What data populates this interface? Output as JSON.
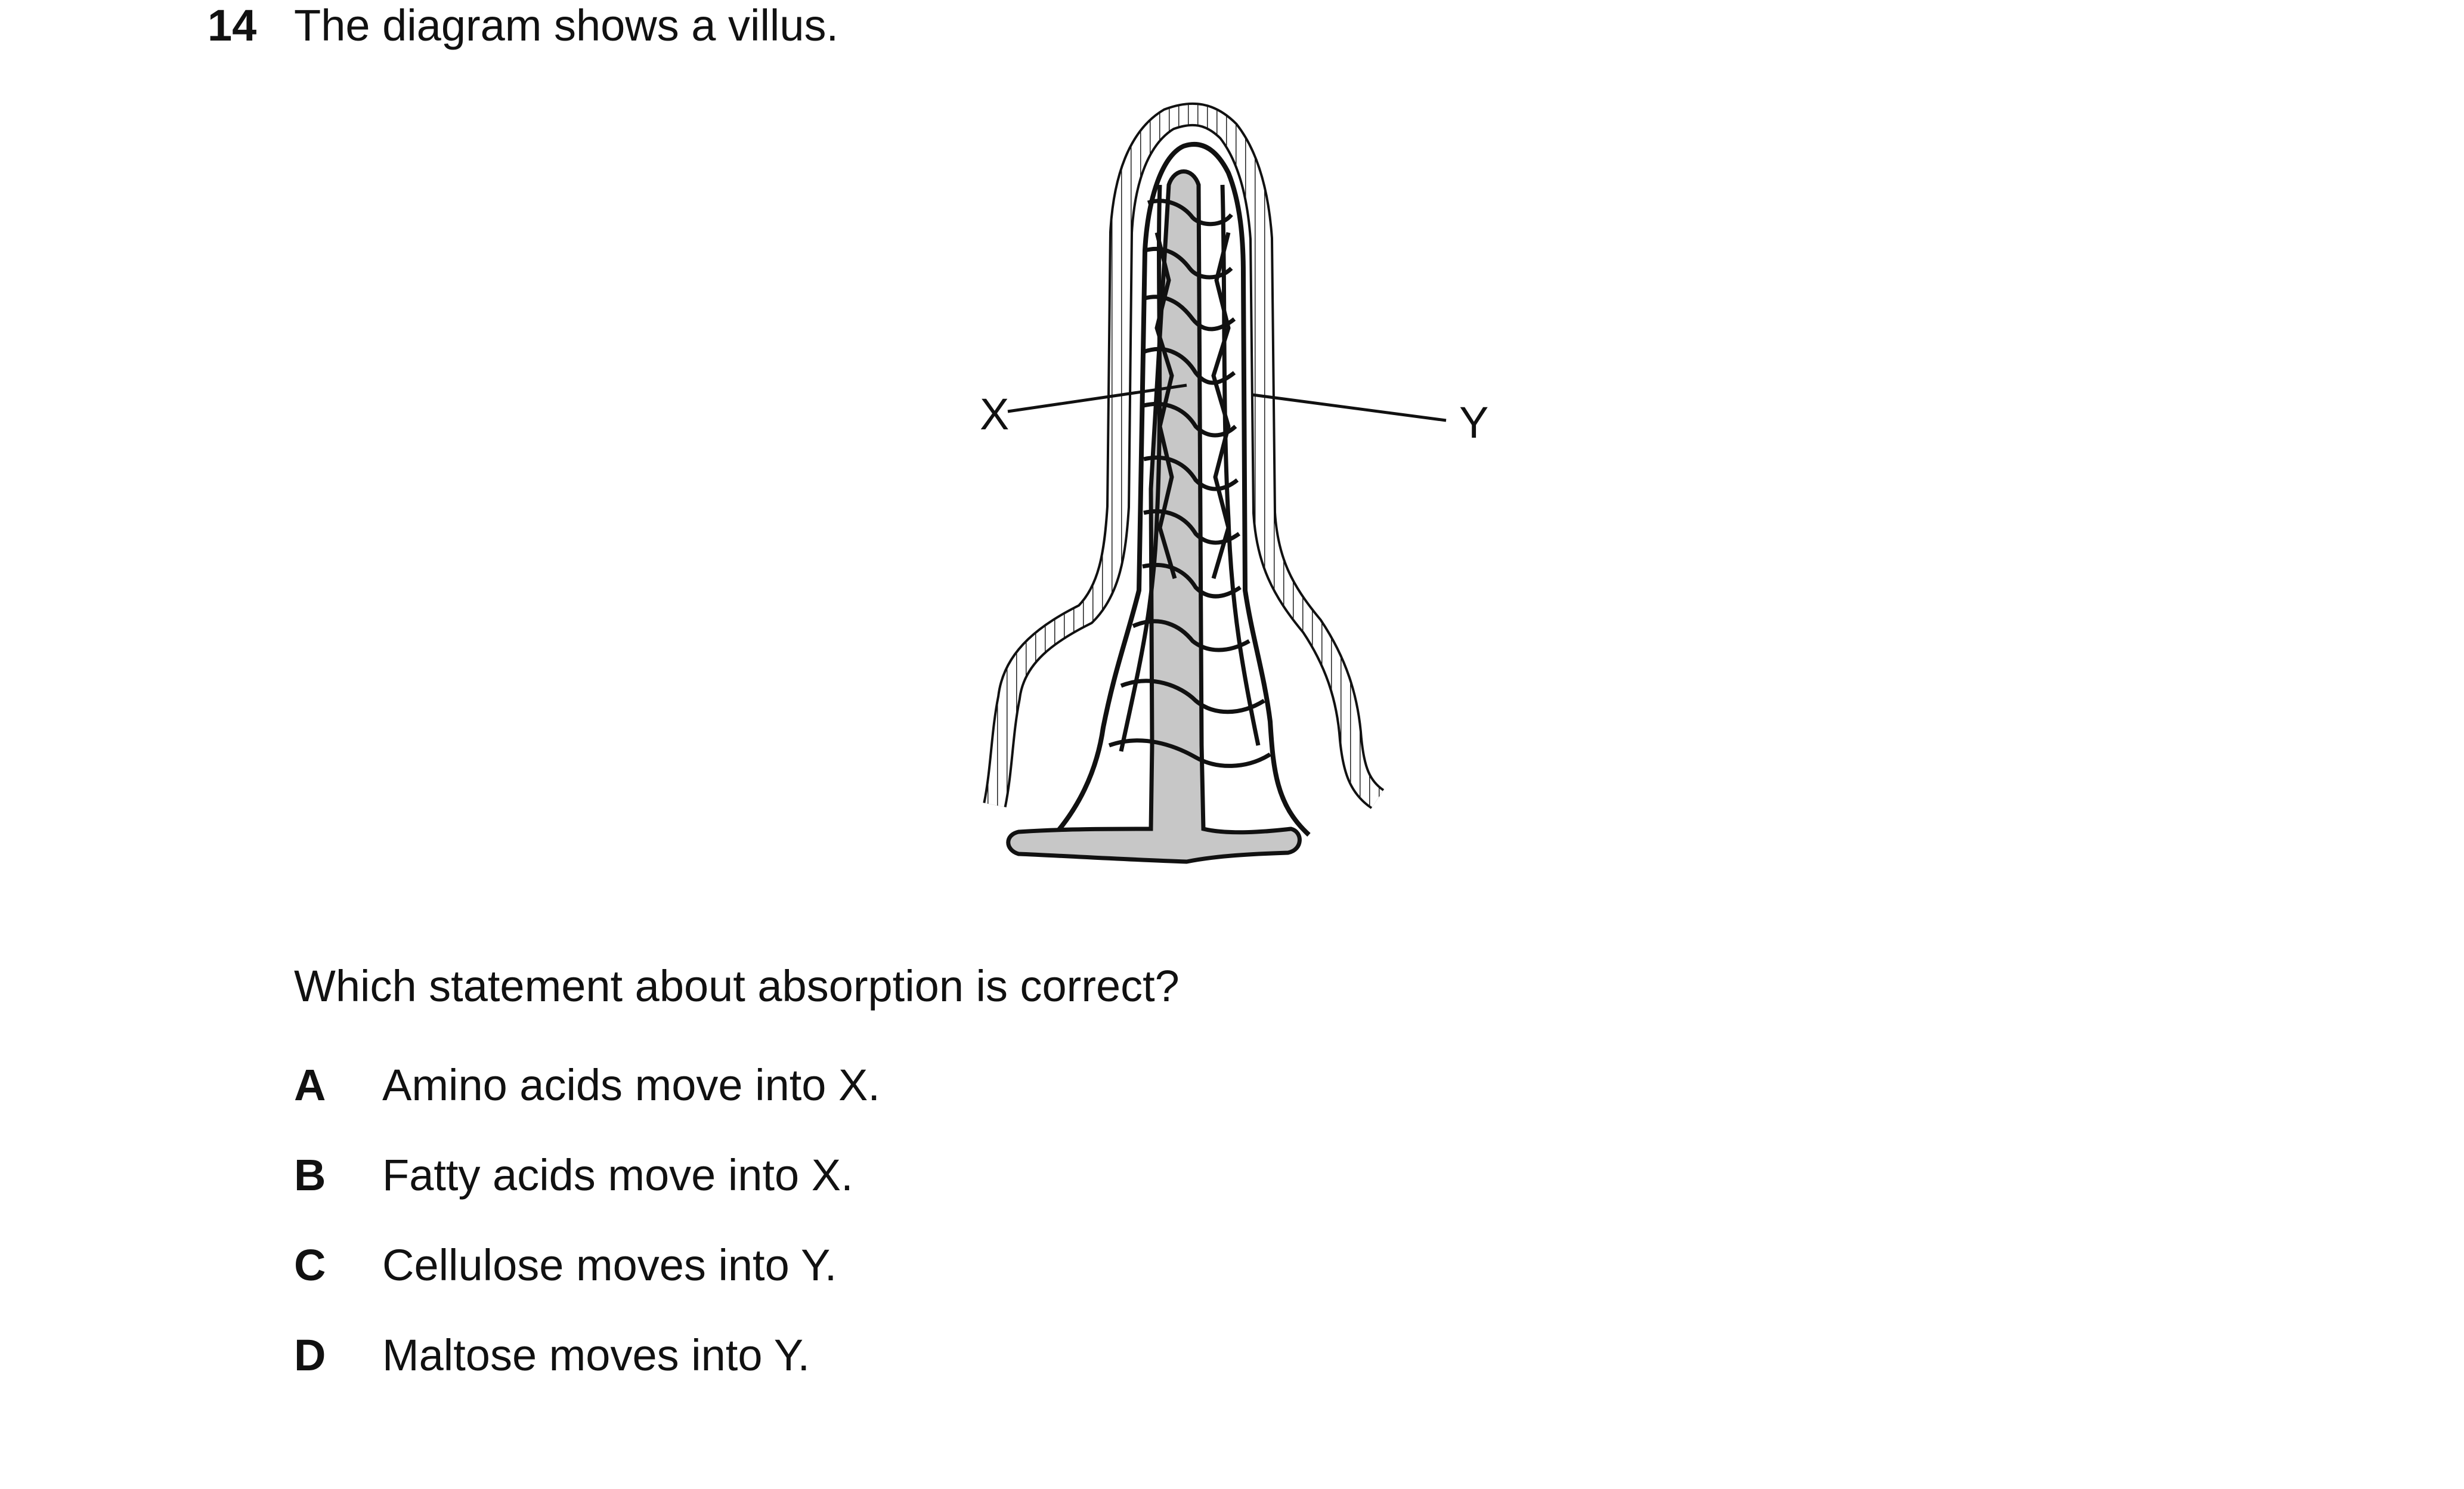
{
  "question": {
    "number": "14",
    "stem": "The diagram shows a villus.",
    "prompt": "Which statement about absorption is correct?"
  },
  "diagram": {
    "labels": {
      "x": "X",
      "y": "Y"
    }
  },
  "options": [
    {
      "letter": "A",
      "text": "Amino acids move into X."
    },
    {
      "letter": "B",
      "text": "Fatty acids move into X."
    },
    {
      "letter": "C",
      "text": "Cellulose moves into Y."
    },
    {
      "letter": "D",
      "text": "Maltose moves into Y."
    }
  ]
}
